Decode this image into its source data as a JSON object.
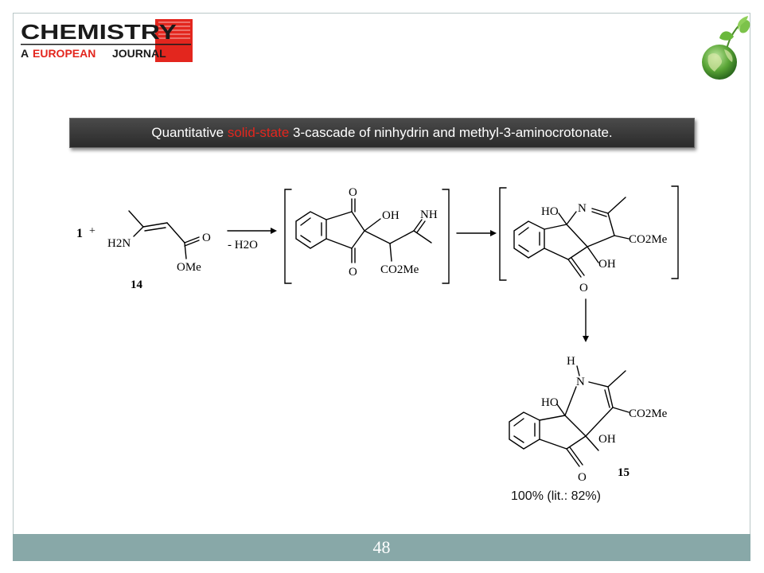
{
  "header": {
    "logo_line1": "CHEMISTRY",
    "logo_line2_a": "A",
    "logo_line2_b": "EUROPEAN",
    "logo_line2_c": "JOURNAL",
    "brand_red": "#e3261e"
  },
  "banner": {
    "text_before": "Quantitative ",
    "text_highlight": "solid-state",
    "text_after": " 3-cascade of ninhydrin and methyl-3-aminocrotonate.",
    "highlight_color": "#e3261e"
  },
  "scheme": {
    "reactant_number": "1",
    "plus": "+",
    "amine_label": "H2N",
    "ester_o": "O",
    "ester_ome": "OMe",
    "compound_14": "14",
    "condition": "- H2O",
    "int1": {
      "o_top": "O",
      "o_bottom": "O",
      "oh": "OH",
      "nh": "NH",
      "co2me": "CO2Me"
    },
    "int2": {
      "ho": "HO",
      "n": "N",
      "oh": "OH",
      "o": "O",
      "co2me": "CO2Me"
    },
    "product": {
      "h": "H",
      "n": "N",
      "ho": "HO",
      "oh": "OH",
      "o": "O",
      "co2me": "CO2Me",
      "number": "15"
    }
  },
  "yield_text": "100% (lit.: 82%)",
  "page_number": "48",
  "icons": {
    "logo": "chemistry-european-journal-logo",
    "globe": "green-globe-leaves-icon"
  }
}
